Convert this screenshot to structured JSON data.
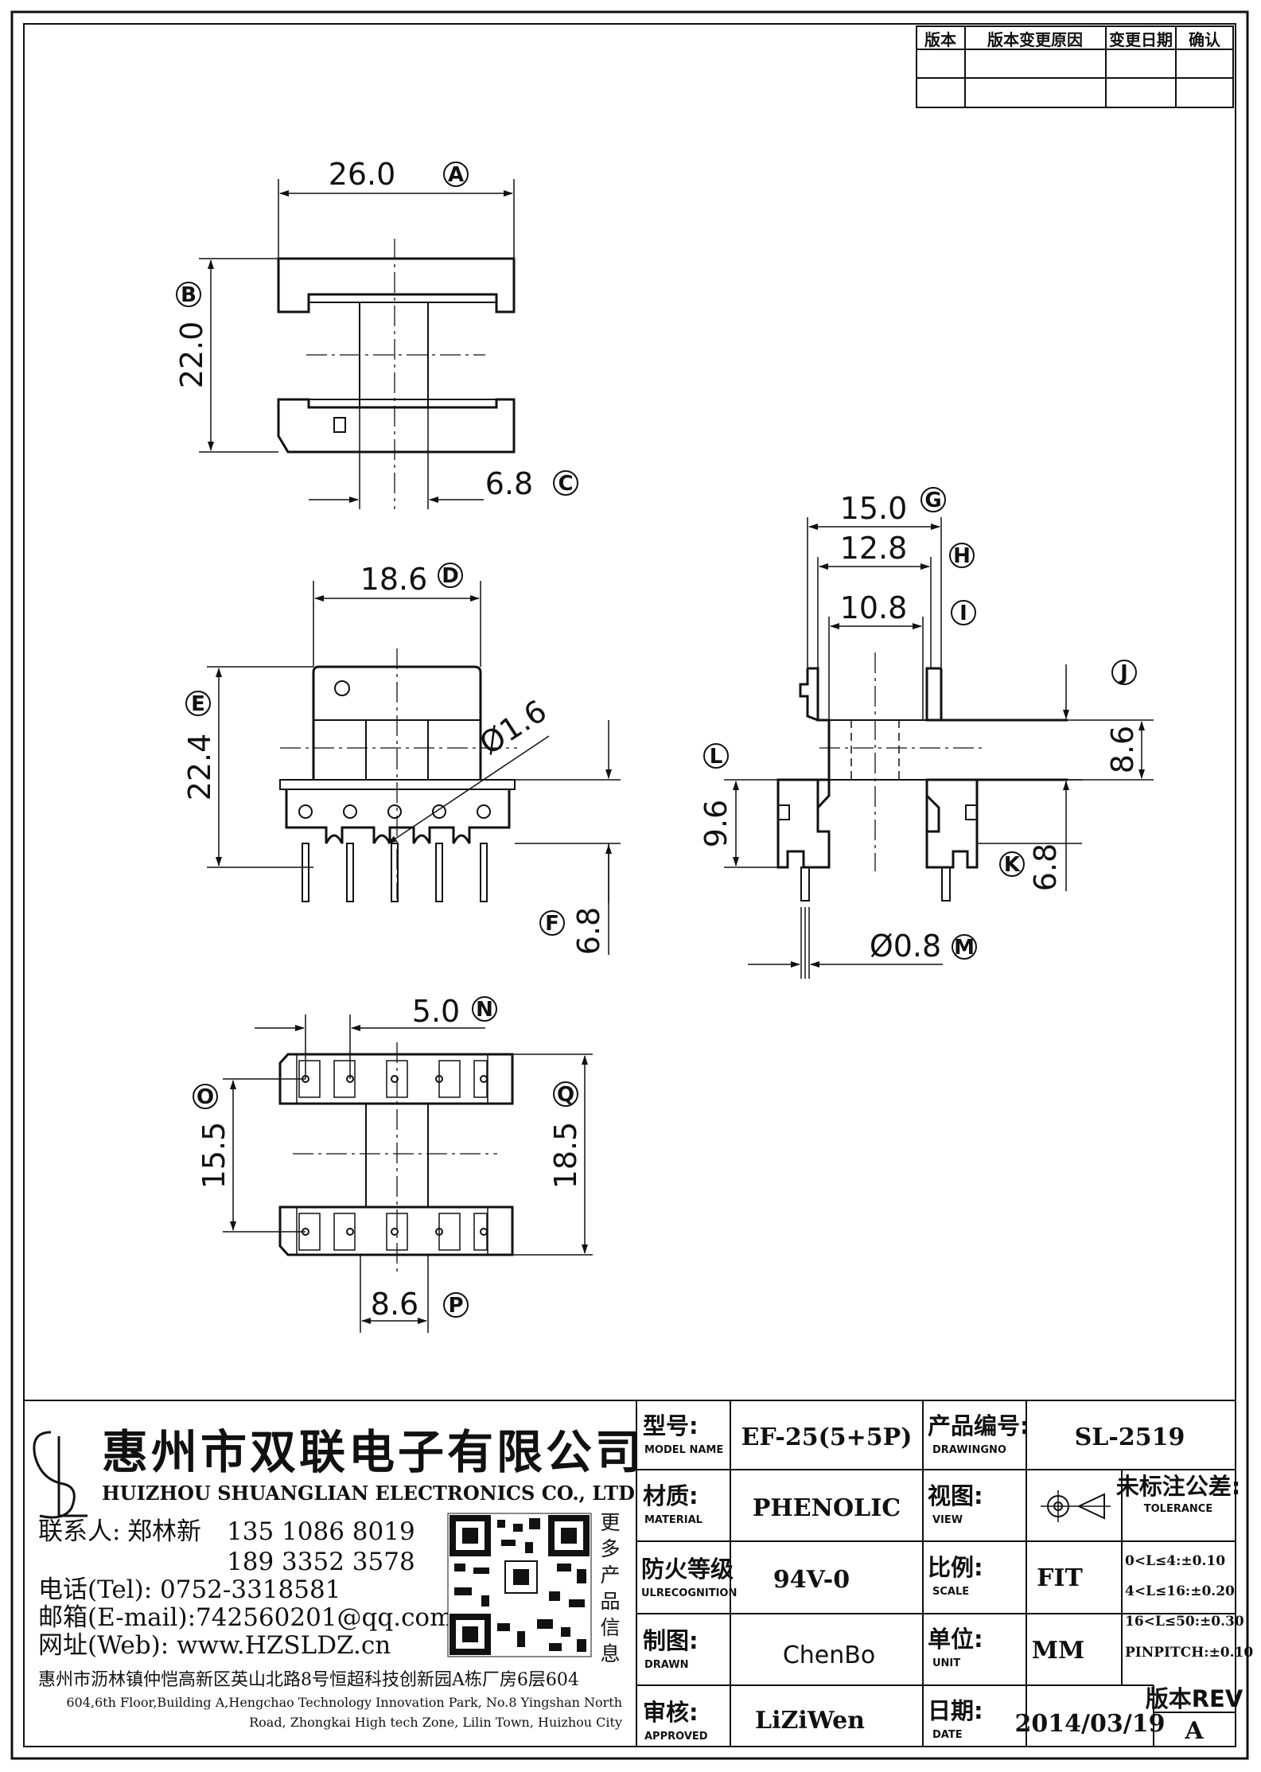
{
  "revision_table": {
    "headers": [
      "版本",
      "版本变更原因",
      "变更日期",
      "确认"
    ]
  },
  "dimensions": {
    "A": "26.0",
    "B": "22.0",
    "C": "6.8",
    "D": "18.6",
    "E": "22.4",
    "F": "6.8",
    "G": "15.0",
    "H": "12.8",
    "I": "10.8",
    "J": "8.6",
    "K": "6.8",
    "L": "9.6",
    "M": "Ø0.8",
    "N": "5.0",
    "O": "15.5",
    "P": "8.6",
    "Q": "18.5",
    "hole": "Ø1.6"
  },
  "tags": {
    "A": "A",
    "B": "B",
    "C": "C",
    "D": "D",
    "E": "E",
    "F": "F",
    "G": "G",
    "H": "H",
    "I": "I",
    "J": "J",
    "K": "K",
    "L": "L",
    "M": "M",
    "N": "N",
    "O": "O",
    "P": "P",
    "Q": "Q"
  },
  "company": {
    "name_cn": "惠州市双联电子有限公司",
    "name_en": "HUIZHOU SHUANGLIAN ELECTRONICS CO., LTD",
    "contact_label": "联系人:",
    "contact_name": "郑林新",
    "phone1": "135 1086 8019",
    "phone2": "189 3352 3578",
    "tel": "电话(Tel): 0752-3318581",
    "email": "邮箱(E-mail):742560201@qq.com",
    "web": "网址(Web): www.HZSLDZ.cn",
    "address_cn": "惠州市沥林镇仲恺高新区英山北路8号恒超科技创新园A栋厂房6层604",
    "address_en_1": "604,6th Floor,Building A,Hengchao Technology Innovation Park, No.8 Yingshan North",
    "address_en_2": "Road, Zhongkai High tech Zone, Lilin Town, Huizhou City",
    "more_info": [
      "更",
      "多",
      "产",
      "品",
      "信",
      "息"
    ]
  },
  "title_block": {
    "model": {
      "label_cn": "型号:",
      "label_en": "MODEL NAME",
      "value": "EF-25(5+5P)"
    },
    "drawing_no": {
      "label_cn": "产品编号:",
      "label_en": "DRAWINGNO",
      "value": "SL-2519"
    },
    "material": {
      "label_cn": "材质:",
      "label_en": "MATERIAL",
      "value": "PHENOLIC"
    },
    "view": {
      "label_cn": "视图:",
      "label_en": "VIEW"
    },
    "tolerance": {
      "label_cn": "未标注公差:",
      "label_en": "TOLERANCE",
      "rows": [
        "0<L≤4:±0.10",
        "4<L≤16:±0.20",
        "16<L≤50:±0.30",
        "PINPITCH:±0.10"
      ]
    },
    "flame": {
      "label_cn": "防火等级",
      "label_en": "ULRECOGNITION",
      "value": "94V-0"
    },
    "scale": {
      "label_cn": "比例:",
      "label_en": "SCALE",
      "value": "FIT"
    },
    "drawn": {
      "label_cn": "制图:",
      "label_en": "DRAWN",
      "value": "ChenBo"
    },
    "unit": {
      "label_cn": "单位:",
      "label_en": "UNIT",
      "value": "MM"
    },
    "approved": {
      "label_cn": "审核:",
      "label_en": "APPROVED",
      "value": "LiZiWen"
    },
    "date": {
      "label_cn": "日期:",
      "label_en": "DATE",
      "value": "2014/03/19"
    },
    "rev": {
      "label": "版本REV",
      "value": "A"
    }
  }
}
